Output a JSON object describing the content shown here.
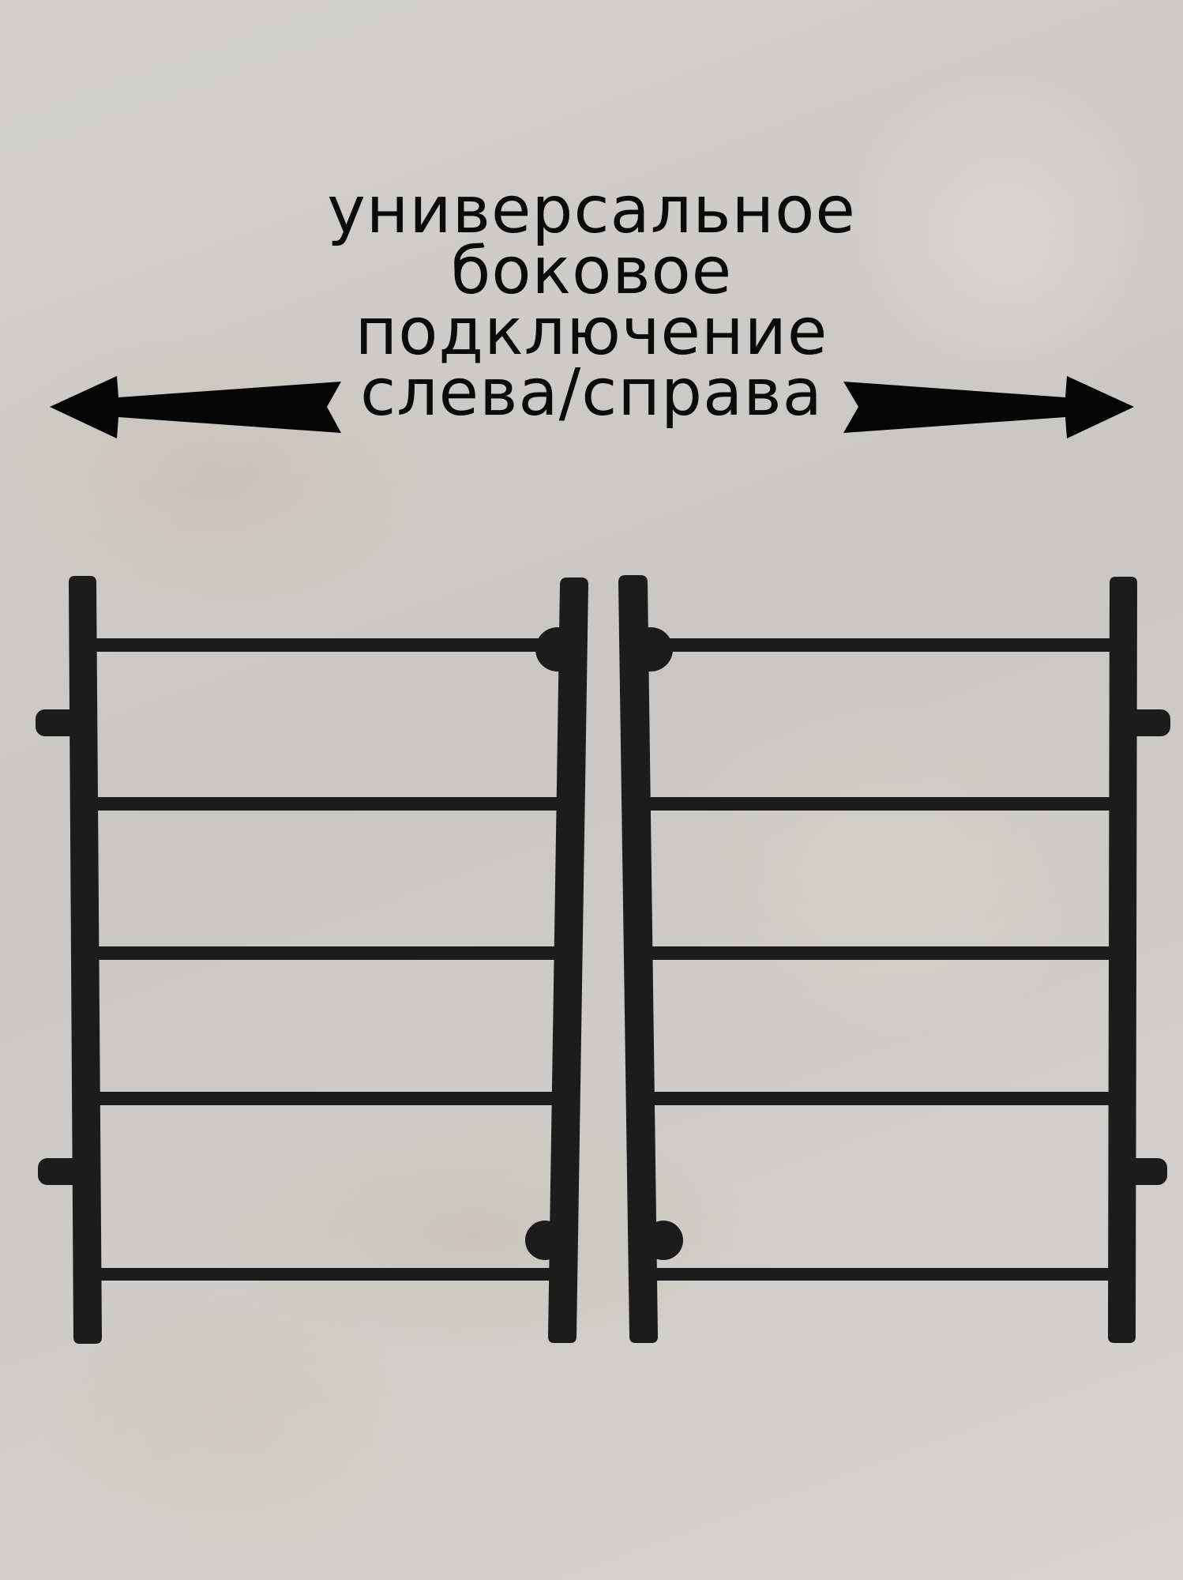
{
  "headline": {
    "lines": [
      "универсальное",
      "боковое",
      "подключение",
      "слева/справа"
    ]
  },
  "arrows": {
    "left": "arrow-left-icon",
    "right": "arrow-right-icon"
  },
  "product": {
    "name": "towel-rail-ladder",
    "variants": [
      {
        "label": "left-connection",
        "rails": 5
      },
      {
        "label": "right-connection",
        "rails": 5
      }
    ],
    "color": "#1c1c1c"
  },
  "colors": {
    "background": "#cfcfcd",
    "text": "#0b0b0b",
    "metal": "#1c1c1c"
  }
}
